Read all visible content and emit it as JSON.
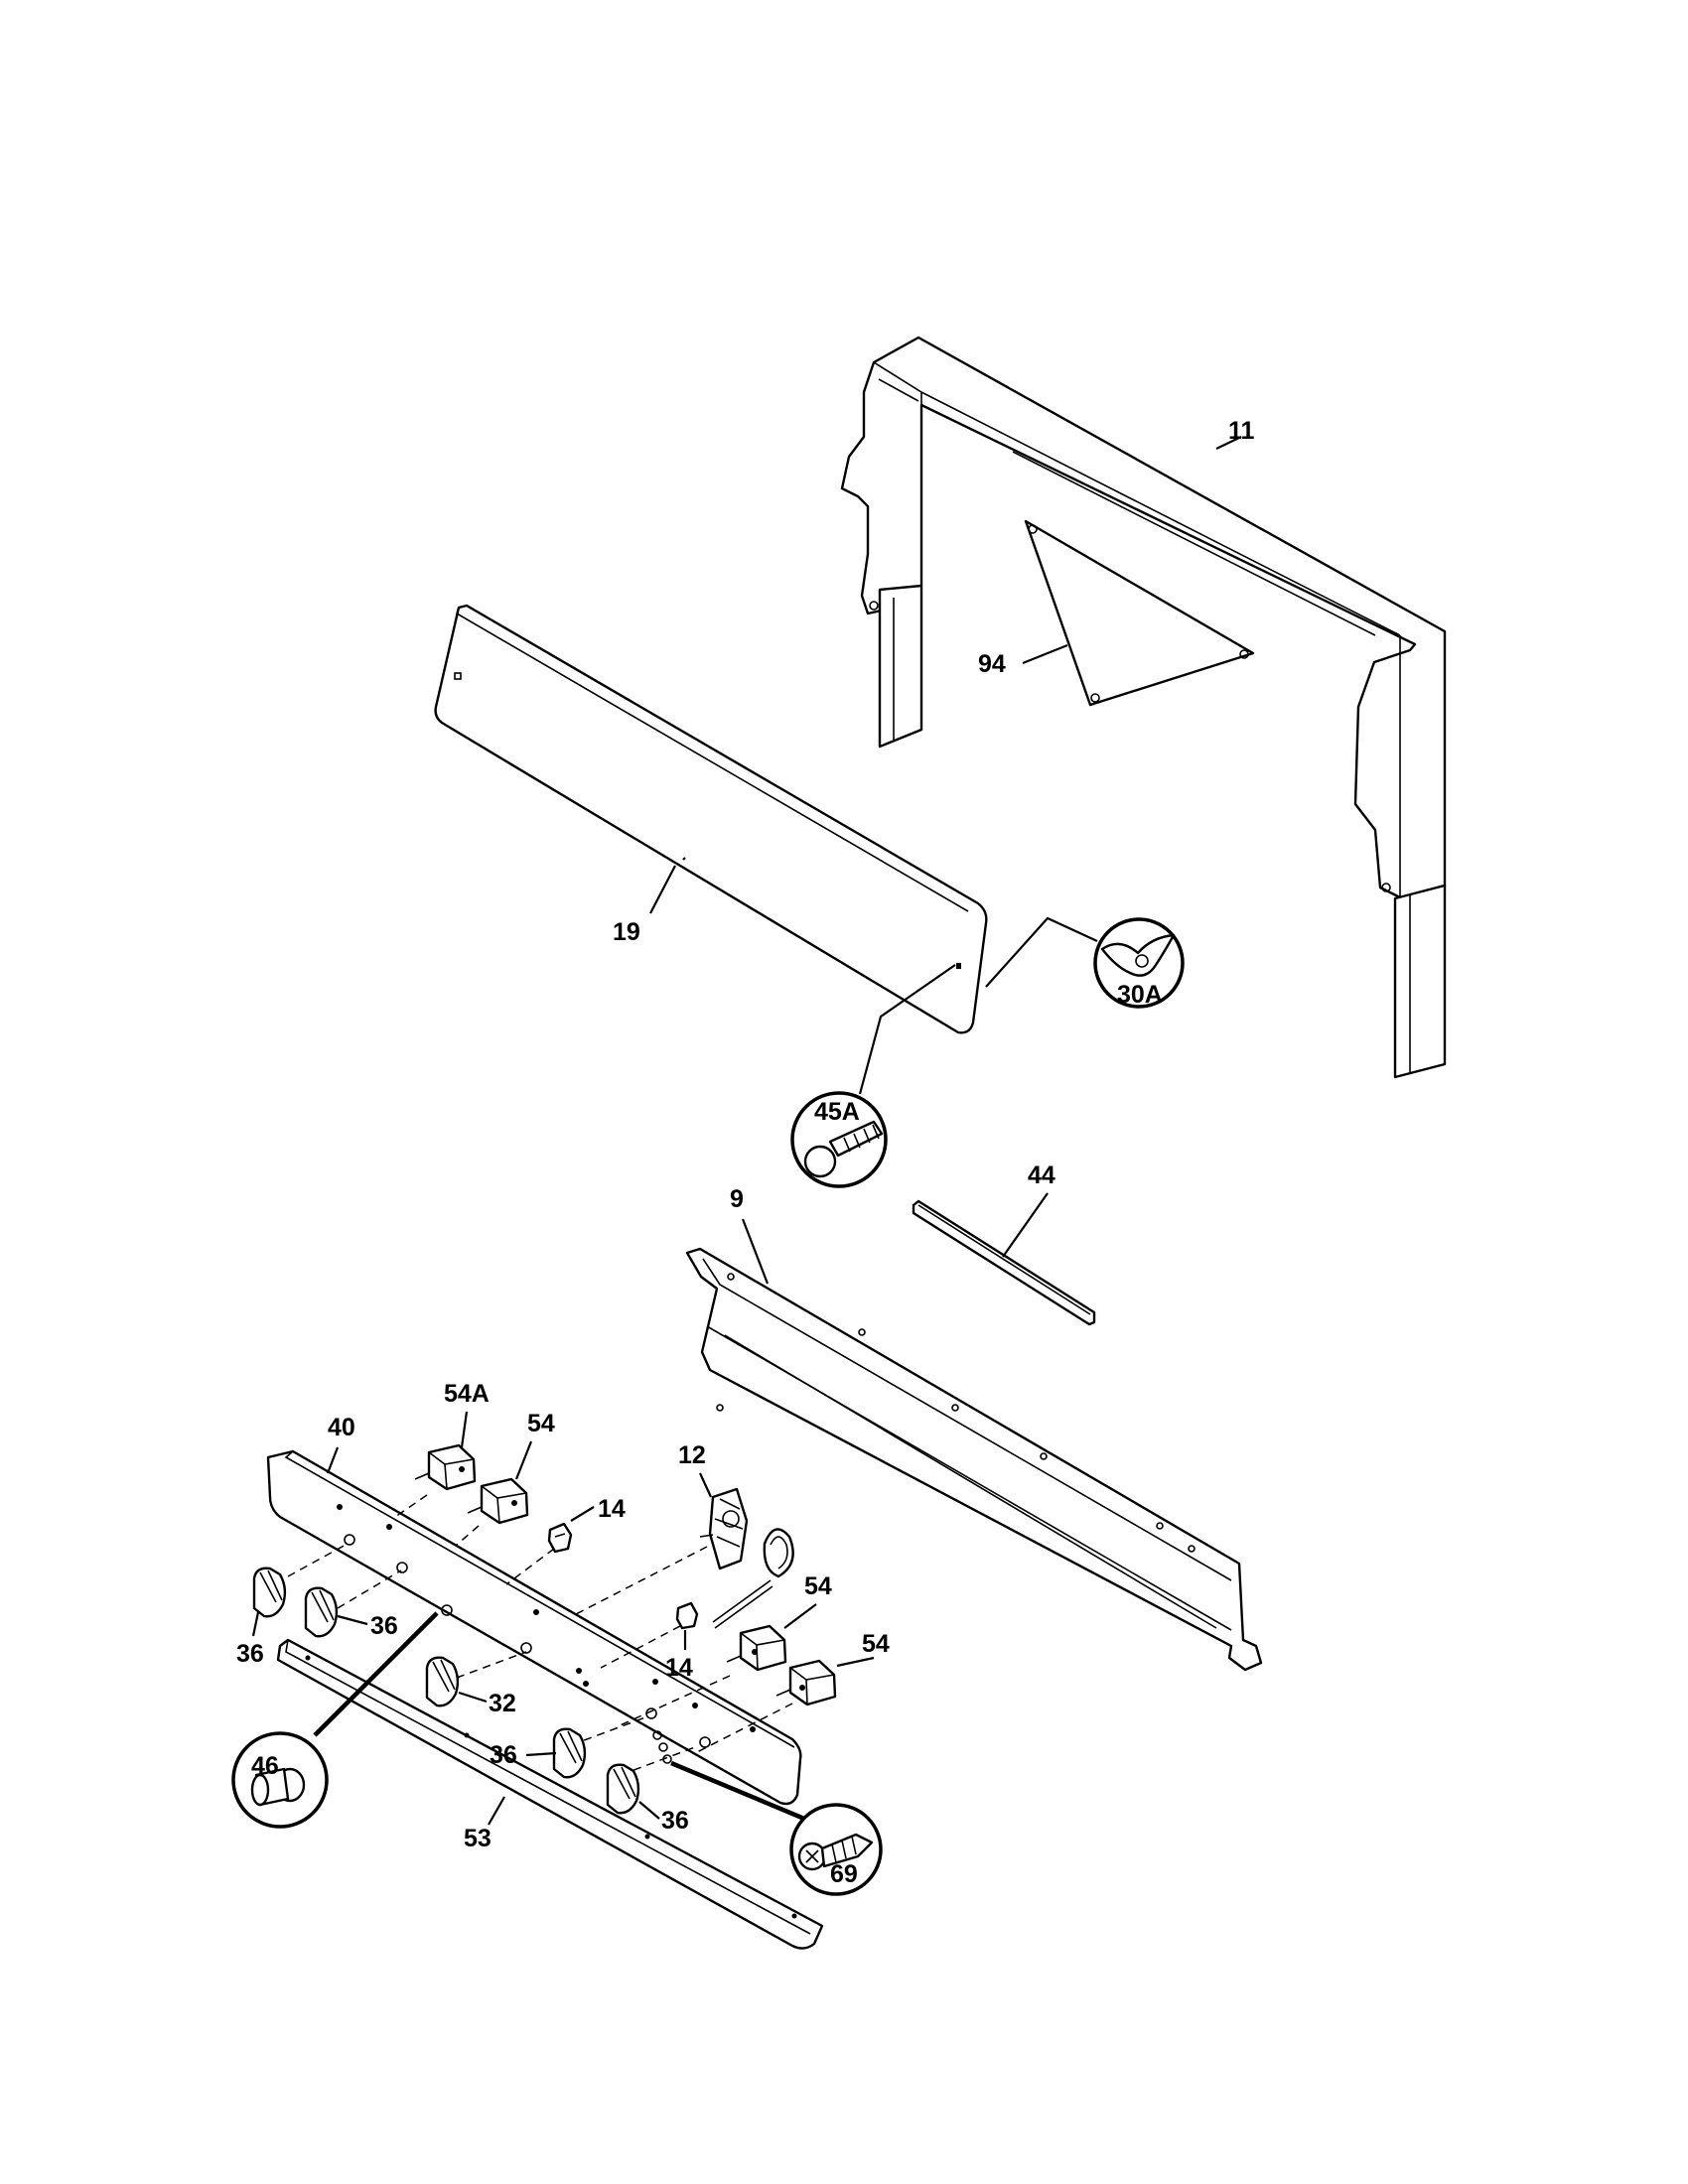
{
  "labels": {
    "p11": "11",
    "p94": "94",
    "p19": "19",
    "p30a": "30A",
    "p45a": "45A",
    "p44": "44",
    "p9": "9",
    "p54a": "54A",
    "p54_top": "54",
    "p40": "40",
    "p12": "12",
    "p14_top": "14",
    "p14_bottom": "14",
    "p54_mid": "54",
    "p54_right": "54",
    "p36_a": "36",
    "p36_b": "36",
    "p36_c": "36",
    "p36_d": "36",
    "p32": "32",
    "p46": "46",
    "p53": "53",
    "p69": "69"
  }
}
